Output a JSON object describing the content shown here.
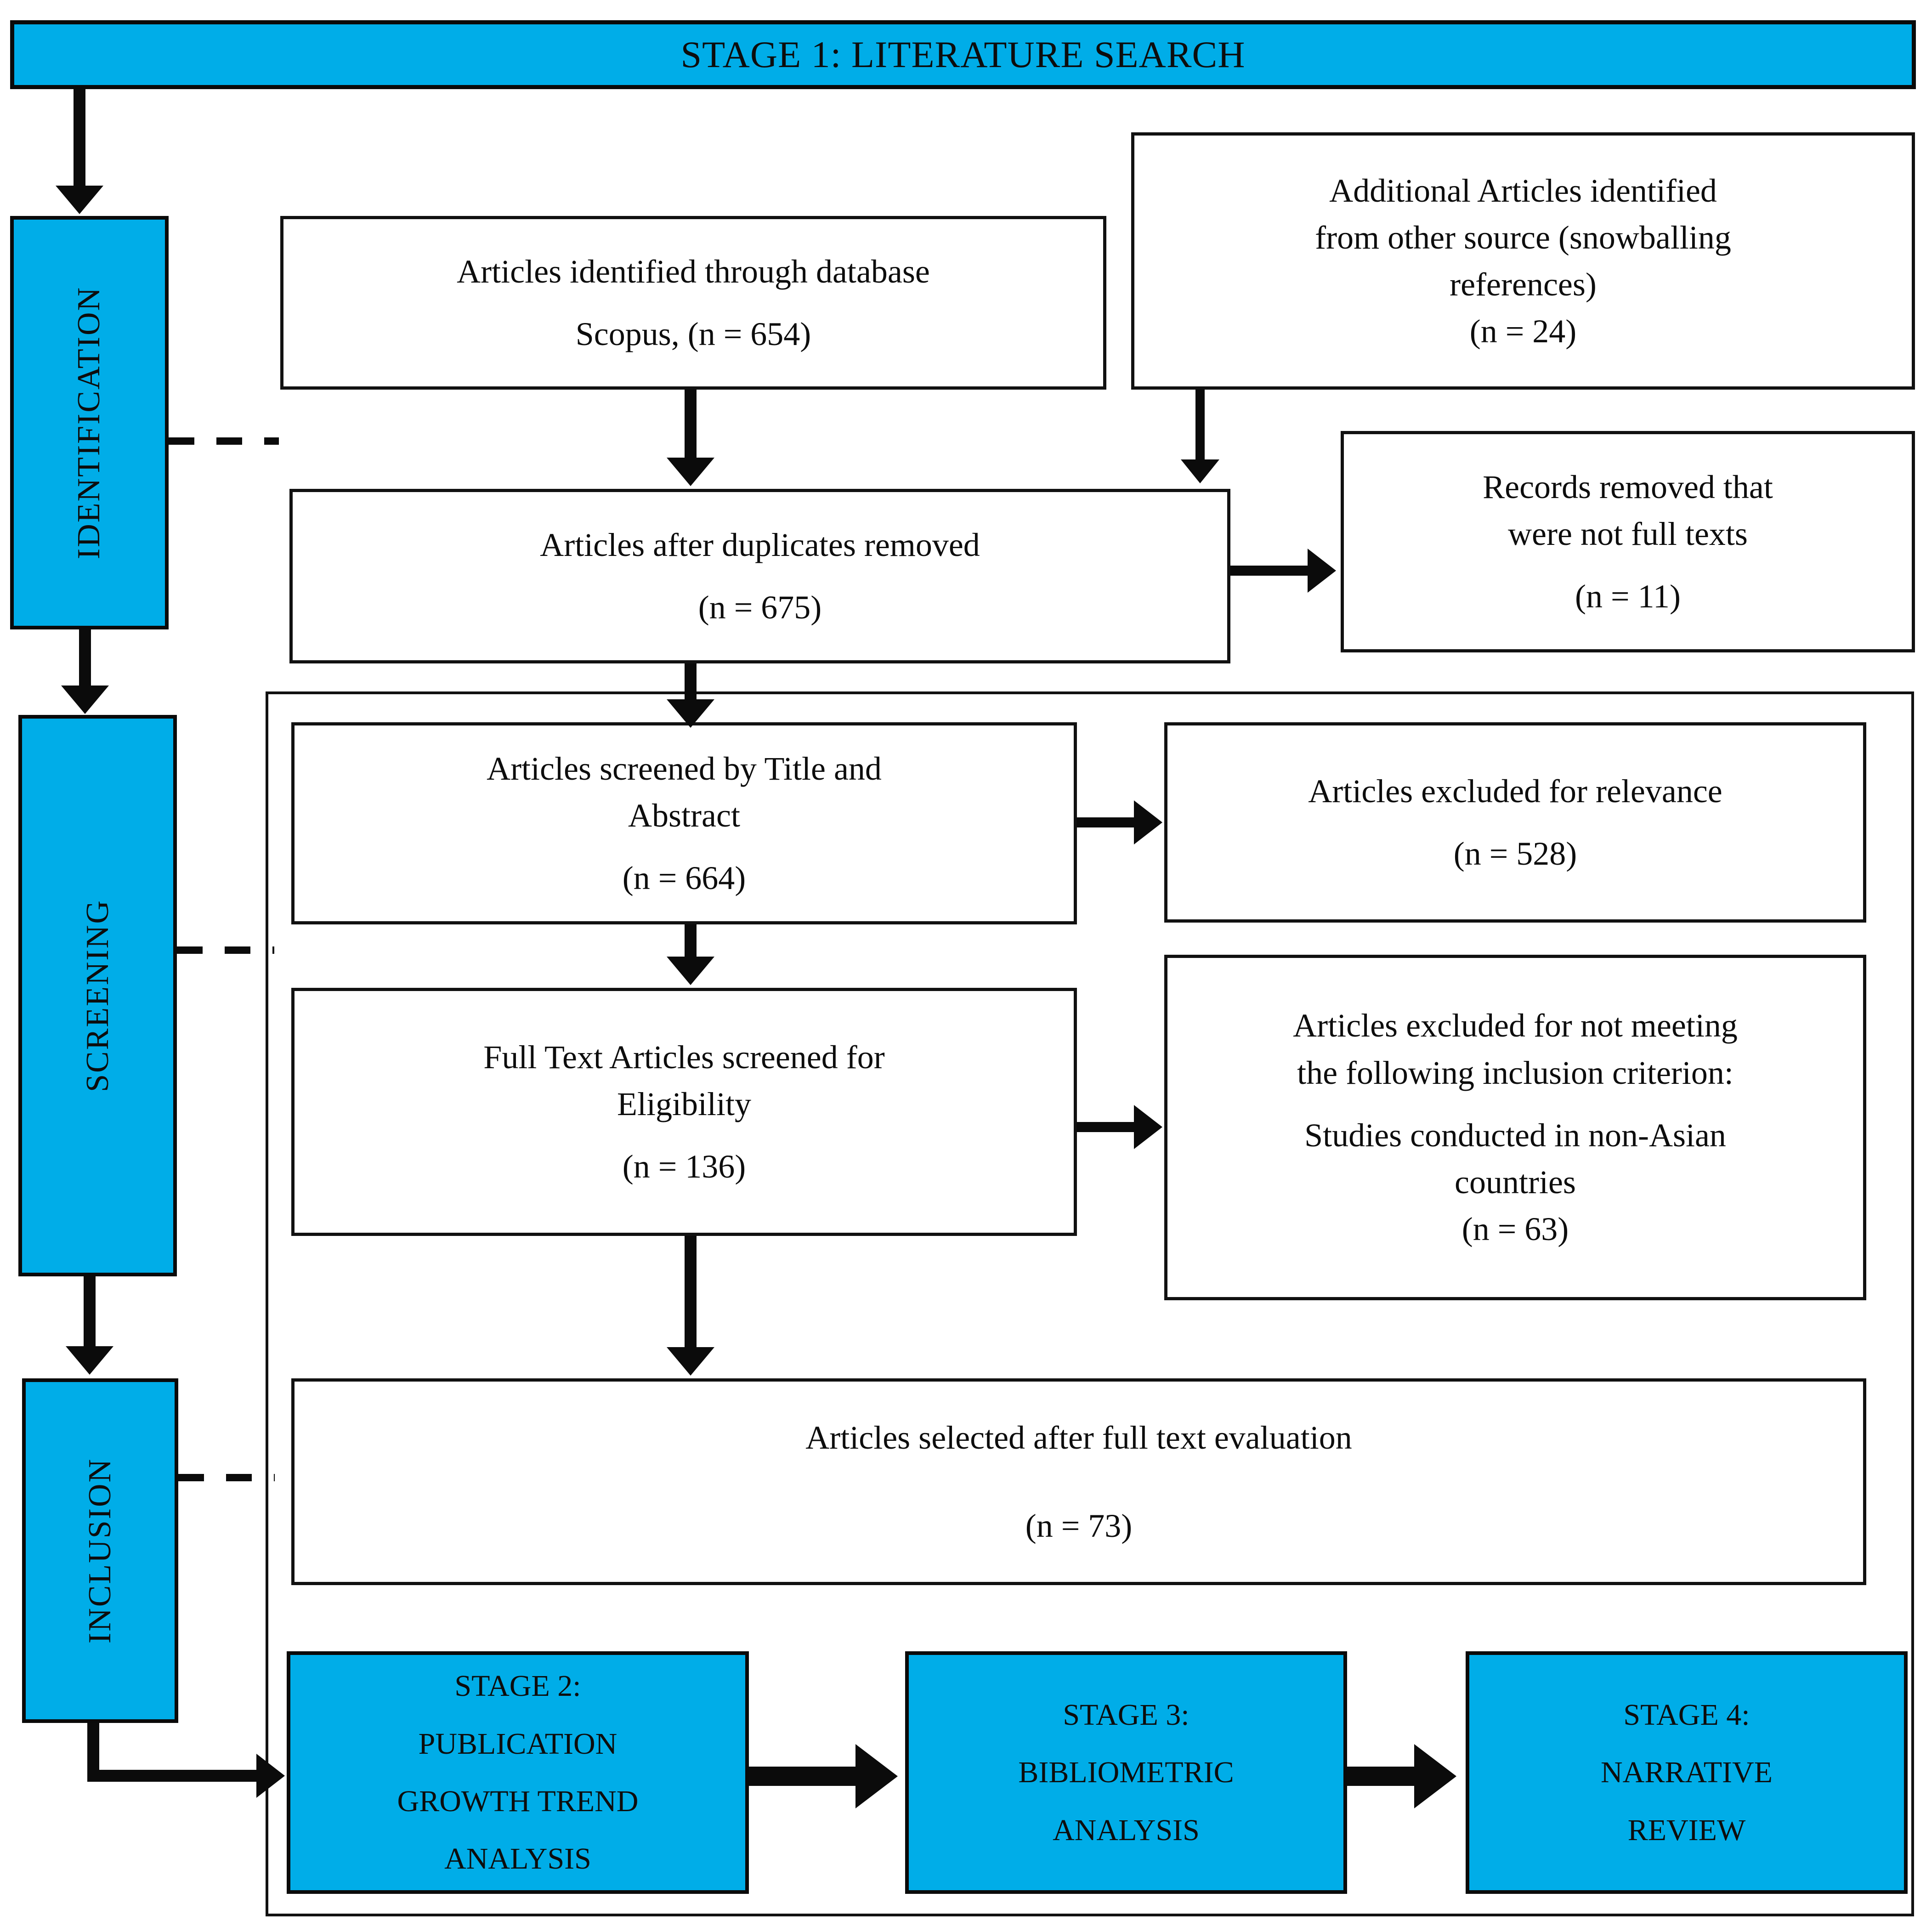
{
  "diagram": {
    "title": "STAGE 1: LITERATURE SEARCH",
    "accent_color": "#00ADE8",
    "line_color": "#0b0b0b"
  },
  "phases": [
    {
      "label": "IDENTIFICATION"
    },
    {
      "label": "SCREENING"
    },
    {
      "label": "INCLUSION"
    }
  ],
  "nodes": {
    "database": {
      "line1": "Articles identified through database",
      "line2": "Scopus, (n = 654)"
    },
    "other_source": {
      "line1": "Additional Articles identified",
      "line2": "from other source (snowballing",
      "line3": "references)",
      "line4": "(n = 24)"
    },
    "duplicates_removed": {
      "line1": "Articles after duplicates removed",
      "line2": "(n = 675)"
    },
    "not_full_texts": {
      "line1": "Records removed that",
      "line2": "were not full texts",
      "line3": "(n = 11)"
    },
    "screened_title_abstract": {
      "line1": "Articles screened by Title and",
      "line2": "Abstract",
      "line3": "(n = 664)"
    },
    "excluded_relevance": {
      "line1": "Articles excluded for relevance",
      "line2": "(n = 528)"
    },
    "full_text_eligibility": {
      "line1": "Full Text Articles screened for",
      "line2": "Eligibility",
      "line3": "(n = 136)"
    },
    "excluded_criterion": {
      "line1": "Articles excluded for not meeting",
      "line2": "the following inclusion criterion:",
      "line3": "Studies conducted in non-Asian",
      "line4": "countries",
      "line5": "(n = 63)"
    },
    "selected_final": {
      "line1": "Articles selected after full text evaluation",
      "line2": "(n = 73)"
    }
  },
  "stages": [
    {
      "line1": "STAGE 2:",
      "line2": "PUBLICATION",
      "line3": "GROWTH TREND",
      "line4": "ANALYSIS"
    },
    {
      "line1": "STAGE 3:",
      "line2": "BIBLIOMETRIC",
      "line3": "ANALYSIS",
      "line4": ""
    },
    {
      "line1": "STAGE 4:",
      "line2": "NARRATIVE",
      "line3": "REVIEW",
      "line4": ""
    }
  ]
}
